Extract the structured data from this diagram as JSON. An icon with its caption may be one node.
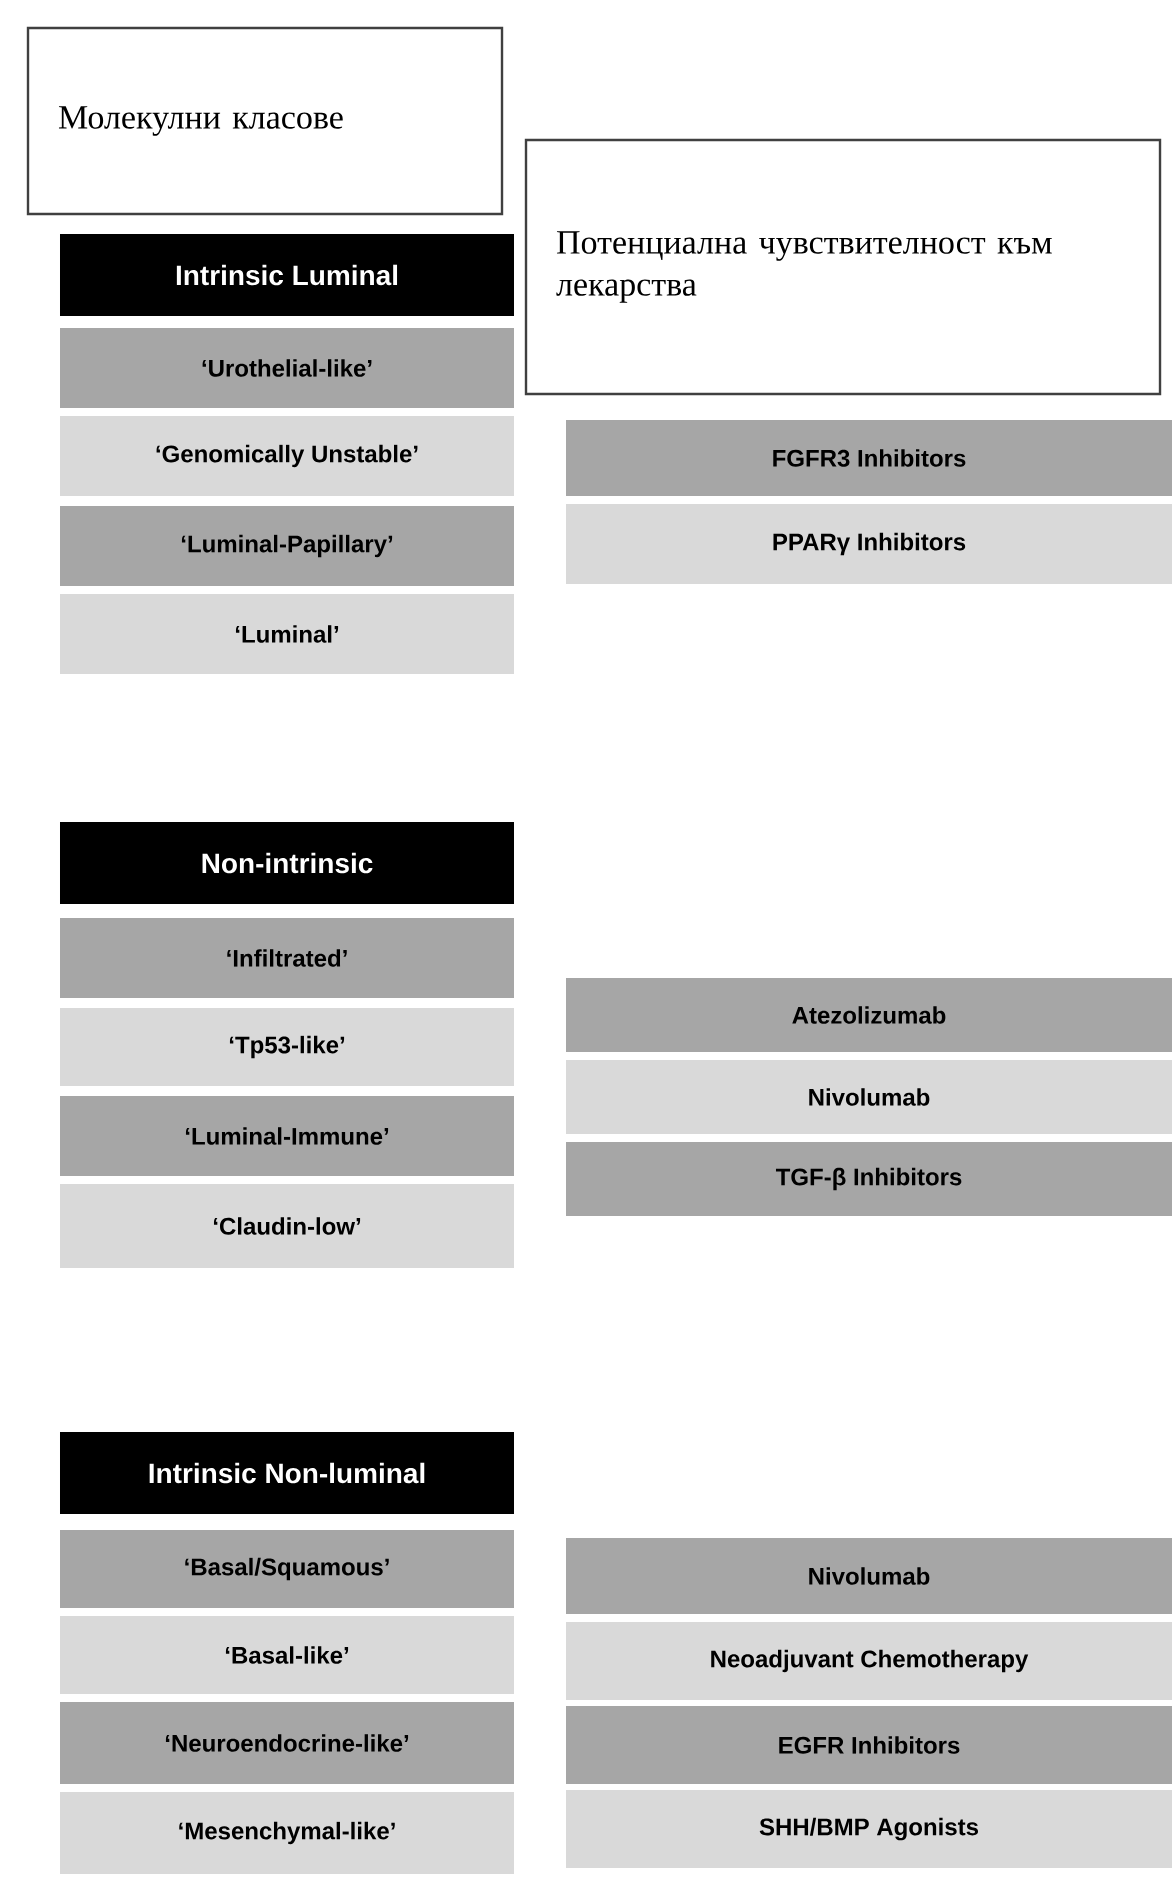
{
  "diagram": {
    "nodes": [
      {
        "text": [
          "Молекулни класове"
        ]
      },
      {
        "text": [
          "Intrinsic Luminal"
        ]
      },
      {
        "text": [
          "‘Urothelial-like’"
        ]
      },
      {
        "text": [
          "‘Genomically Unstable’"
        ]
      },
      {
        "text": [
          "‘Luminal-Papillary’"
        ]
      },
      {
        "text": [
          "‘Luminal’"
        ]
      },
      {
        "text": [
          "Потенциална чувствителност към лекарства"
        ]
      },
      {
        "text": [
          "FGFR3 Inhibitors"
        ]
      },
      {
        "text": [
          "PPARγ Inhibitors"
        ]
      },
      {
        "text": [
          "Non-intrinsic"
        ]
      },
      {
        "text": [
          "‘Infiltrated’"
        ]
      },
      {
        "text": [
          "‘Tp53-like’"
        ]
      },
      {
        "text": [
          "‘Luminal-Immune’"
        ]
      },
      {
        "text": [
          "‘Claudin-low’"
        ]
      },
      {
        "text": [
          "Atezolizumab"
        ]
      },
      {
        "text": [
          "Nivolumab"
        ]
      },
      {
        "text": [
          "TGF-β Inhibitors"
        ]
      },
      {
        "text": [
          "Intrinsic Non-luminal"
        ]
      },
      {
        "text": [
          "‘Basal/Squamous’"
        ]
      },
      {
        "text": [
          "‘Basal-like’"
        ]
      },
      {
        "text": [
          "‘Neuroendocrine-like’"
        ]
      },
      {
        "text": [
          "‘Mesenchymal-like’"
        ]
      },
      {
        "text": [
          "Nivolumab"
        ]
      },
      {
        "text": [
          "Neoadjuvant Chemotherapy"
        ]
      },
      {
        "text": [
          "EGFR Inhibitors"
        ]
      },
      {
        "text": [
          "SHH/BMP Agonists"
        ]
      }
    ]
  }
}
